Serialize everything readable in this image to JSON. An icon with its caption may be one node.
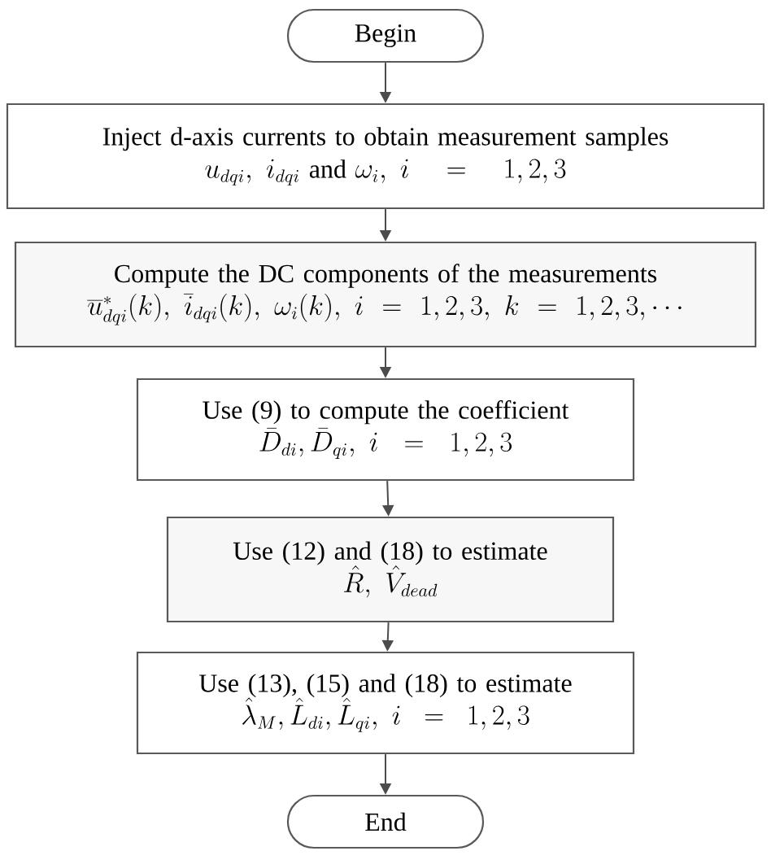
{
  "diagram": {
    "nodes": [
      {
        "text": [
          "Begin"
        ]
      },
      {
        "text": [
          "Inject d-axis currents to obtain measurement samples",
          "u_{dqi},\\ i_{dqi}\\ \\mathrm{and}\\ \\omega_i,\\ i=1,2,3"
        ]
      },
      {
        "text": [
          "Compute the DC components of the measurements",
          "\\overline{u}^{*}_{dqi}(k),\\ \\overline{i}_{dqi}(k),\\ \\omega_i(k),\\ i=1,2,3,\\ k=1,2,3,\\cdots"
        ]
      },
      {
        "text": [
          "Use (9) to compute the coefficient",
          "\\bar{D}_{di},\\bar{D}_{qi},\\ i=1,2,3"
        ]
      },
      {
        "text": [
          "Use (12) and (18) to estimate",
          "\\hat{R},\\ \\hat{V}_{dead}"
        ]
      },
      {
        "text": [
          "Use (13), (15) and (18) to estimate",
          "\\hat{\\lambda}_{M},\\hat{L}_{di},\\hat{L}_{qi},\\ i=1,2,3"
        ]
      },
      {
        "text": [
          "End"
        ]
      }
    ],
    "edges": [
      {
        "from": 0,
        "to": 1,
        "arrow": "to"
      },
      {
        "from": 1,
        "to": 2,
        "arrow": "to"
      },
      {
        "from": 2,
        "to": 3,
        "arrow": "to"
      },
      {
        "from": 3,
        "to": 4,
        "arrow": "to"
      },
      {
        "from": 4,
        "to": 5,
        "arrow": "to"
      },
      {
        "from": 5,
        "to": 6,
        "arrow": "to"
      }
    ]
  }
}
